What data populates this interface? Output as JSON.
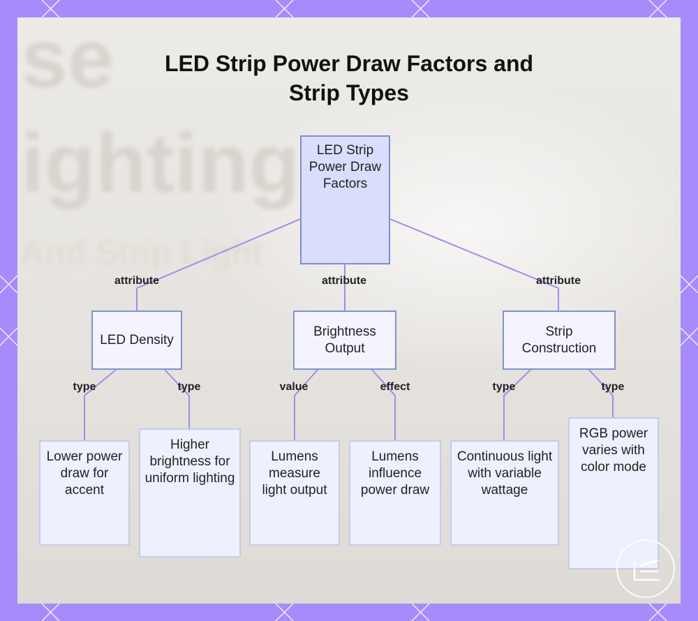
{
  "title": {
    "line1": "LED Strip Power Draw Factors and",
    "line2": "Strip Types"
  },
  "background_text": {
    "line1": "se",
    "line2": "ighting",
    "line3": "And Strip Light"
  },
  "nodes": {
    "root": "LED Strip Power Draw Factors",
    "led_density": "LED Density",
    "brightness_output": "Brightness Output",
    "strip_construction": "Strip Construction",
    "lower_power": "Lower power draw for accent",
    "higher_brightness": "Higher brightness for uniform lighting",
    "lumens_measure": "Lumens measure light output",
    "lumens_influence": "Lumens influence power draw",
    "continuous_light": "Continuous light with variable wattage",
    "rgb_power": "RGB power varies with color mode"
  },
  "edges": {
    "root_led_density": "attribute",
    "root_brightness": "attribute",
    "root_strip": "attribute",
    "density_lower": "type",
    "density_higher": "type",
    "brightness_measure": "value",
    "brightness_influence": "effect",
    "strip_continuous": "type",
    "strip_rgb": "type"
  },
  "colors": {
    "frame": "#a78bfa",
    "edge_line": "#a48be6",
    "root_fill": "#dadefd",
    "node_border": "#7e93c9"
  },
  "icons": {
    "watermark": "logo-watermark-icon"
  }
}
